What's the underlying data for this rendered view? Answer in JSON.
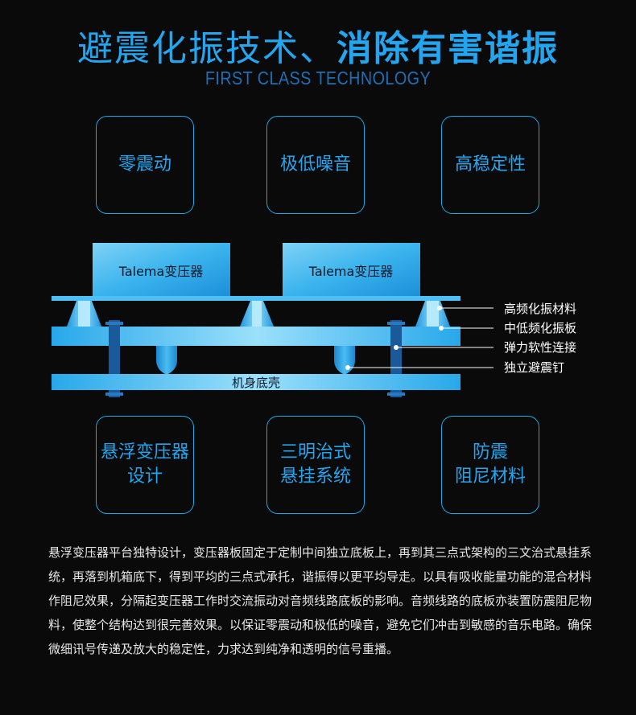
{
  "header": {
    "title_part1": "避震化振技术、",
    "title_part2": "消除有害谐振",
    "subtitle": "FIRST CLASS TECHNOLOGY"
  },
  "features_top": [
    {
      "label": "零震动"
    },
    {
      "label": "极低噪音"
    },
    {
      "label": "高稳定性"
    }
  ],
  "diagram": {
    "transformer_left": "Talema变压器",
    "transformer_right": "Talema变压器",
    "base_label": "机身底壳",
    "callouts": [
      {
        "label": "高频化振材料"
      },
      {
        "label": "中低频化振板"
      },
      {
        "label": "弹力软性连接"
      },
      {
        "label": "独立避震钉"
      }
    ]
  },
  "features_bottom": [
    {
      "line1": "悬浮变压器",
      "line2": "设计"
    },
    {
      "line1": "三明治式",
      "line2": "悬挂系统"
    },
    {
      "line1": "防震",
      "line2": "阻尼材料"
    }
  ],
  "description": "悬浮变压器平台独特设计，变压器板固定于定制中间独立底板上，再到其三点式架构的三文治式悬挂系统，再落到机箱底下，得到平均的三点式承托，谐振得以更平均导走。以具有吸收能量功能的混合材料作阻尼效果，分隔起变压器工作时交流振动对音频线路底板的影响。音频线路的底板亦装置防震阻尼物料，使整个结构达到很完善效果。以保证零震动和极低的噪音，避免它们冲击到敏感的音乐电路。确保微细讯号传递及放大的稳定性，力求达到纯净和透明的信号重播。",
  "colors": {
    "accent": "#22a6f0",
    "background": "#0a0a0b"
  }
}
